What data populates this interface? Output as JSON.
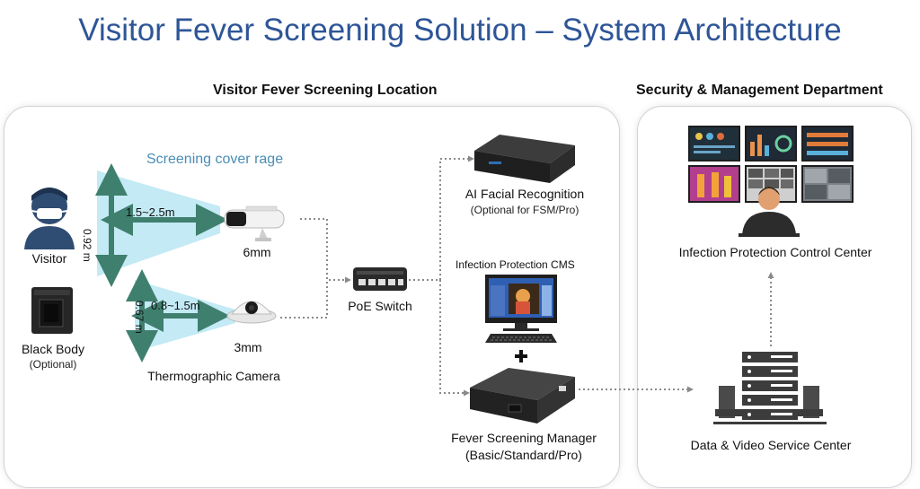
{
  "title": "Visitor Fever Screening Solution – System Architecture",
  "sections": {
    "left": "Visitor Fever Screening Location",
    "right": "Security & Management Department"
  },
  "screening": {
    "cover_label": "Screening cover rage",
    "upper_height": "0.92 m",
    "upper_range": "1.5~2.5m",
    "lower_height": "0.67 m",
    "lower_range": "0.8~1.5m"
  },
  "visitor": {
    "label": "Visitor"
  },
  "black_body": {
    "label": "Black Body",
    "sub": "(Optional)"
  },
  "cameras": {
    "bullet": "6mm",
    "turret": "3mm",
    "group_label": "Thermographic Camera"
  },
  "poe_switch": {
    "label": "PoE Switch"
  },
  "ai_facial": {
    "label": "AI Facial Recognition",
    "sub": "(Optional for FSM/Pro)"
  },
  "cms": {
    "label": "Infection Protection CMS",
    "plus": "+"
  },
  "fsm": {
    "label": "Fever Screening Manager",
    "sub": "(Basic/Standard/Pro)"
  },
  "control_center": {
    "label": "Infection Protection Control Center"
  },
  "data_center": {
    "label": "Data & Video Service Center"
  },
  "colors": {
    "title": "#2e5597",
    "arrow": "#3f7f6e",
    "cone": "#bde8f4",
    "dotted_line": "#8a8a8a"
  }
}
